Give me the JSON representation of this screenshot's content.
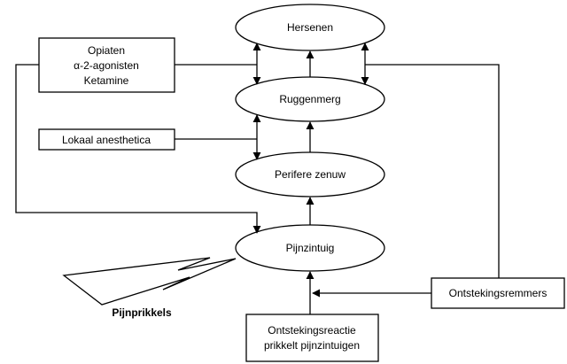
{
  "diagram": {
    "ellipses": {
      "brain": "Hersenen",
      "spinal_cord": "Ruggenmerg",
      "peripheral_nerve": "Perifere zenuw",
      "pain_sense": "Pijnzintuig"
    },
    "boxes": {
      "opioids_lines": [
        "Opiaten",
        "α-2-agonisten",
        "Ketamine"
      ],
      "local_anesthetics": "Lokaal anesthetica",
      "anti_inflammatory": "Ontstekingsremmers",
      "inflammation_lines": [
        "Ontstekingsreactie",
        "prikkelt pijnzintuigen"
      ]
    },
    "pain_stimuli": "Pijnprikkels"
  }
}
